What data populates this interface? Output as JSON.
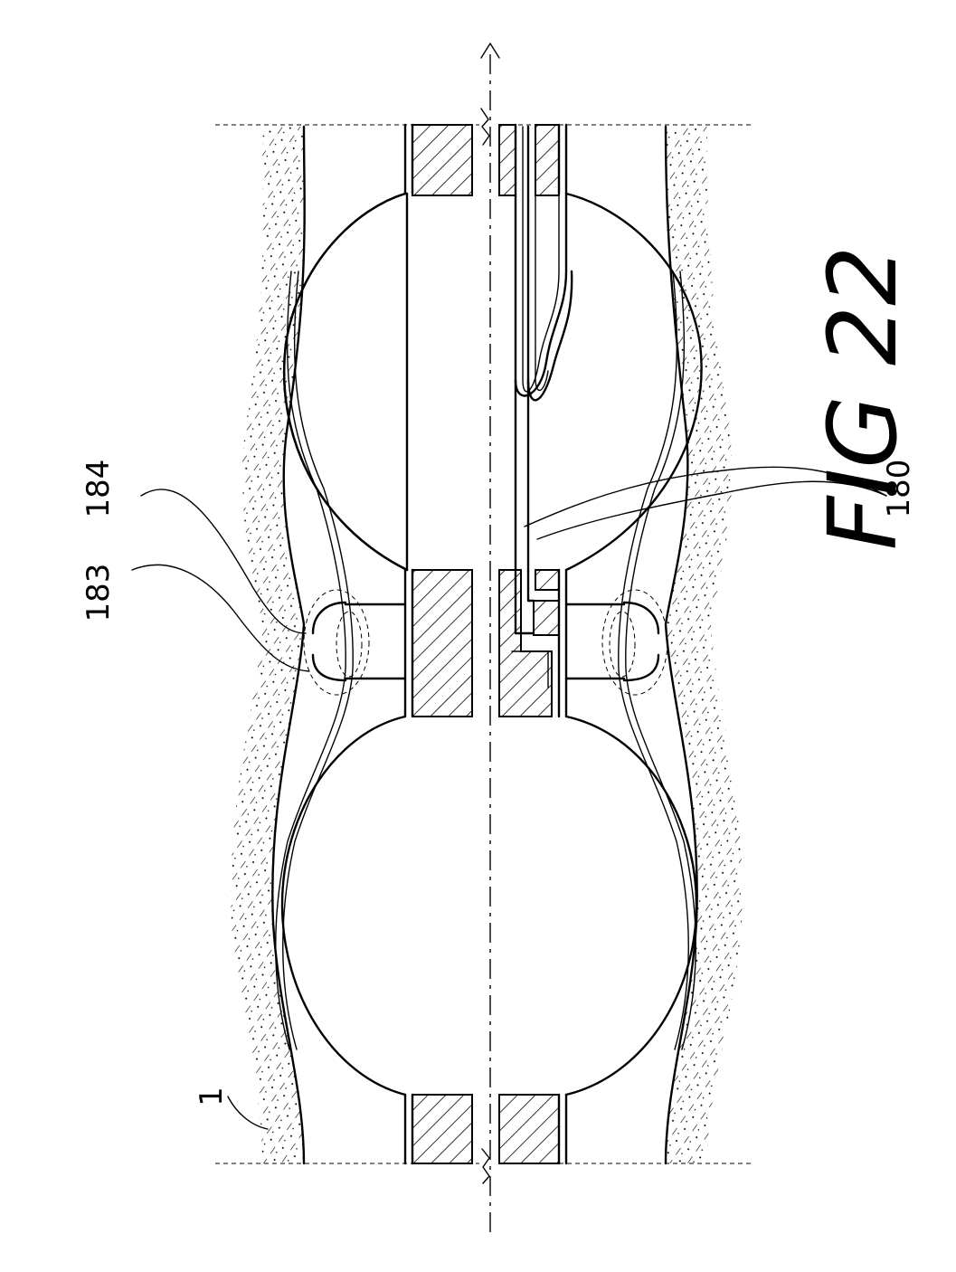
{
  "figure": {
    "title": "FIG 22",
    "labels": {
      "wall": "1",
      "l183": "183",
      "l184": "184",
      "l180": "180"
    }
  }
}
